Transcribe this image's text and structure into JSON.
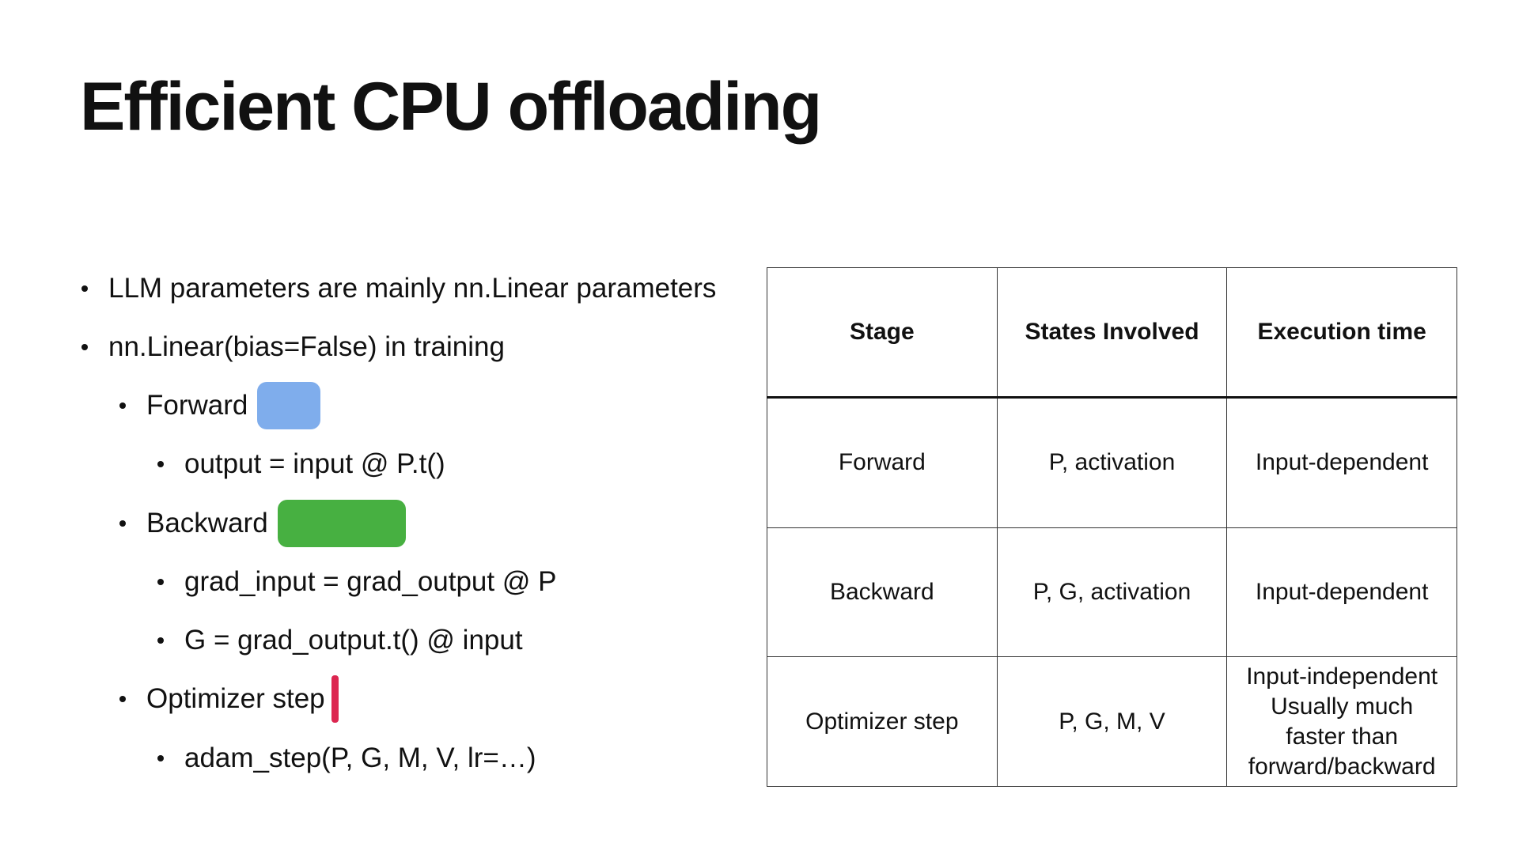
{
  "title": "Efficient CPU offloading",
  "colors": {
    "forward_swatch": "#7fadec",
    "backward_swatch": "#47b041",
    "optimizer_marker": "#dc2650"
  },
  "bullets": [
    {
      "level": 1,
      "text": "LLM parameters are mainly nn.Linear parameters"
    },
    {
      "level": 1,
      "text": "nn.Linear(bias=False) in training"
    },
    {
      "level": 2,
      "text": "Forward"
    },
    {
      "level": 3,
      "text": "output = input @ P.t()"
    },
    {
      "level": 2,
      "text": "Backward"
    },
    {
      "level": 3,
      "text": "grad_input = grad_output @ P"
    },
    {
      "level": 3,
      "text": "G = grad_output.t() @ input"
    },
    {
      "level": 2,
      "text": "Optimizer step"
    },
    {
      "level": 3,
      "text": "adam_step(P, G, M, V, lr=…)"
    }
  ],
  "table": {
    "headers": [
      "Stage",
      "States Involved",
      "Execution time"
    ],
    "rows": [
      [
        "Forward",
        "P, activation",
        "Input-dependent"
      ],
      [
        "Backward",
        "P, G, activation",
        "Input-dependent"
      ],
      [
        "Optimizer step",
        "P, G, M, V",
        "Input-independent Usually much faster than forward/backward"
      ]
    ],
    "optimizer_time_lines": [
      "Input-independent",
      "Usually much",
      "faster than",
      "forward/backward"
    ]
  }
}
